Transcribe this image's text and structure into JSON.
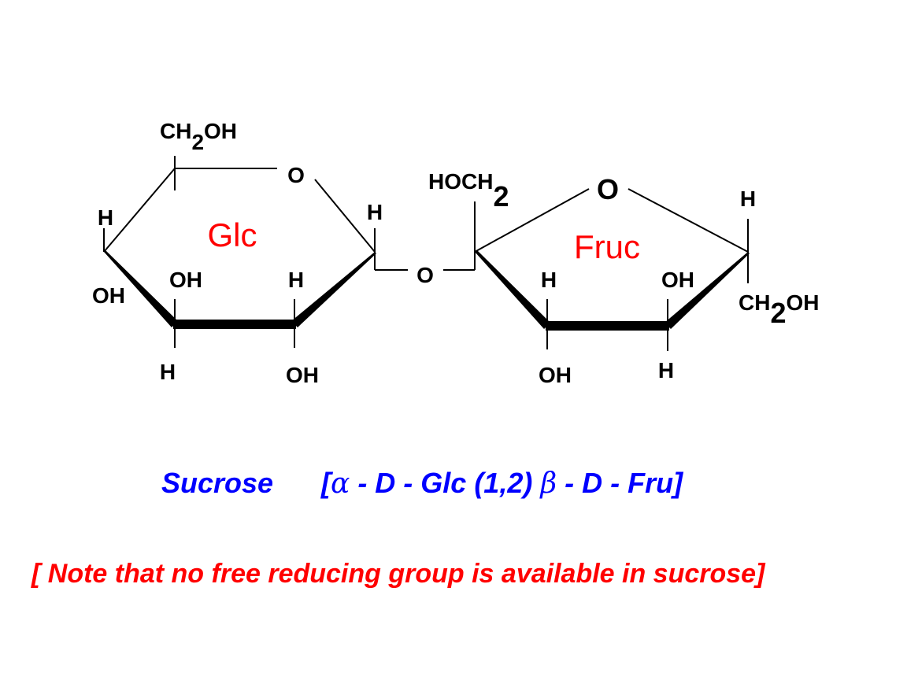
{
  "colors": {
    "structure": "#000000",
    "ring_label": "#ff0000",
    "title": "#0000ff",
    "note": "#ff0000"
  },
  "glucose": {
    "ring_label": "Glc",
    "ring_oxygen": "O",
    "c6_group": "CH",
    "c6_sub": "2",
    "c6_oh": "OH",
    "c4_h": "H",
    "c4_oh": "OH",
    "c3_oh": "OH",
    "c3_h": "H",
    "c2_h": "H",
    "c2_oh": "OH",
    "c1_h": "H"
  },
  "glycosidic_oxygen": "O",
  "fructose": {
    "ring_label": "Fruc",
    "ring_oxygen": "O",
    "c1_group": "HOCH",
    "c1_sub": "2",
    "c3_h": "H",
    "c3_oh": "OH",
    "c4_oh": "OH",
    "c4_h": "H",
    "c5_h": "H",
    "c6_group": "CH",
    "c6_sub": "2",
    "c6_oh": "OH"
  },
  "title": {
    "name": "Sucrose",
    "open": "[",
    "alpha": "α",
    "part1": " - D - Glc (1,2) ",
    "beta": "β",
    "part2": " - D - Fru]"
  },
  "note": "[ Note that no free reducing group is available in sucrose]"
}
